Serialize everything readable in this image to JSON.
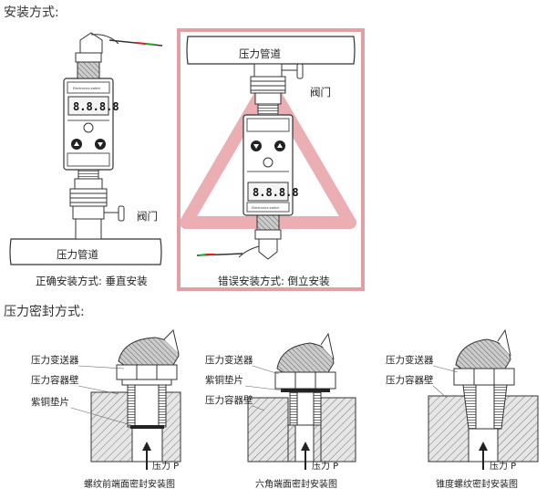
{
  "section1": {
    "title": "安装方式:",
    "correct": {
      "pipe_label": "压力管道",
      "valve_label": "阀门",
      "caption": "正确安装方式: 垂直安装",
      "display": "8.8.8.8",
      "brand": "Electronics switch"
    },
    "wrong": {
      "pipe_label": "压力管道",
      "valve_label": "阀门",
      "caption": "错误安装方式: 倒立安装",
      "display": "8.8.8.8",
      "brand": "Electronics switch"
    }
  },
  "section2": {
    "title": "压力密封方式:",
    "panels": [
      {
        "labels": [
          "压力变送器",
          "压力容器壁",
          "紫铜垫片"
        ],
        "pressure": "压力 P",
        "caption": "螺纹前端面密封安装图"
      },
      {
        "labels": [
          "压力变送器",
          "紫铜垫片",
          "压力容器壁"
        ],
        "pressure": "压力 P",
        "caption": "六角端面密封安装图"
      },
      {
        "labels": [
          "压力变送器",
          "压力容器壁"
        ],
        "pressure": "压力 P",
        "caption": "锥度螺纹密封安装图"
      }
    ]
  },
  "colors": {
    "warning": "#e8a0a4",
    "warning_border": "#d9646a",
    "cable_red": "#d22",
    "cable_green": "#2a2"
  }
}
